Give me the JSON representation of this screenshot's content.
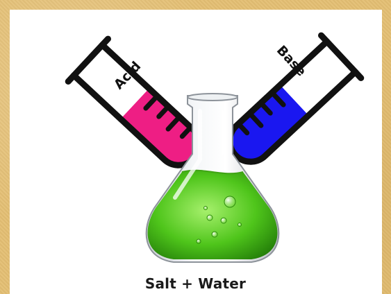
{
  "diagram": {
    "left_tube": {
      "label": "Acid",
      "liquid_color": "#ee1e84"
    },
    "right_tube": {
      "label": "Base",
      "liquid_color": "#1a17f0"
    },
    "flask": {
      "liquid_color": "#52c61e"
    },
    "result_label": "Salt + Water"
  }
}
